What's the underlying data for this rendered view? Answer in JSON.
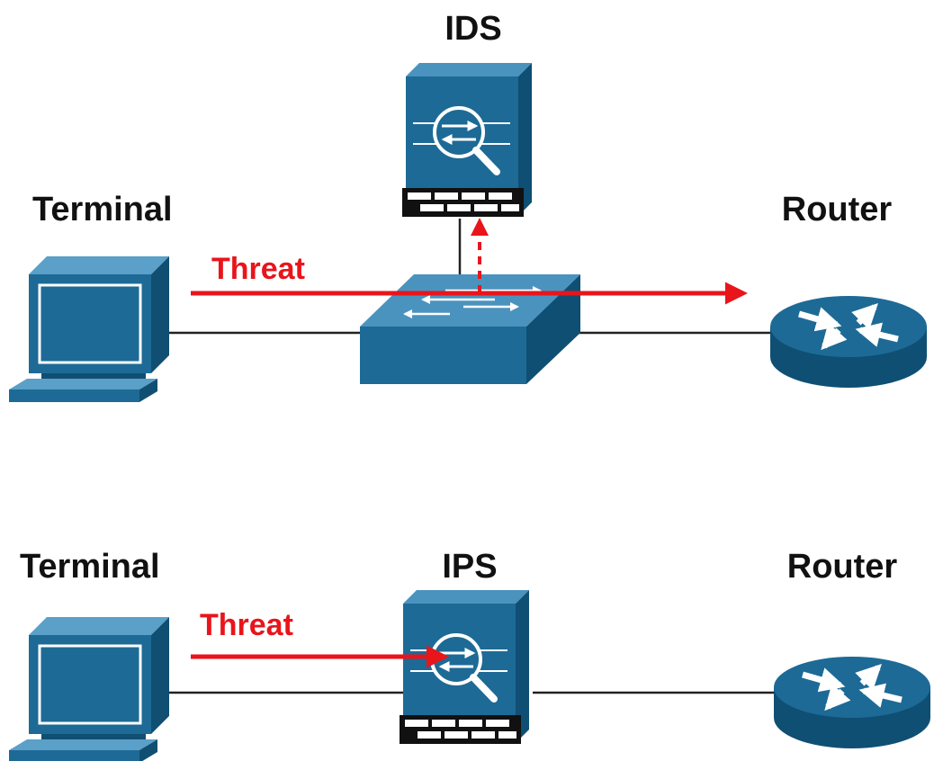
{
  "colors": {
    "device_blue": "#1d6a96",
    "device_dark": "#0f4f73",
    "threat_red": "#e8151b",
    "wire": "#222222"
  },
  "ids_scenario": {
    "terminal_label": "Terminal",
    "ids_label": "IDS",
    "router_label": "Router",
    "threat_label": "Threat",
    "icons": [
      "terminal-icon",
      "ids-appliance-icon",
      "switch-icon",
      "router-icon"
    ]
  },
  "ips_scenario": {
    "terminal_label": "Terminal",
    "ips_label": "IPS",
    "router_label": "Router",
    "threat_label": "Threat",
    "icons": [
      "terminal-icon",
      "ips-appliance-icon",
      "router-icon"
    ]
  }
}
